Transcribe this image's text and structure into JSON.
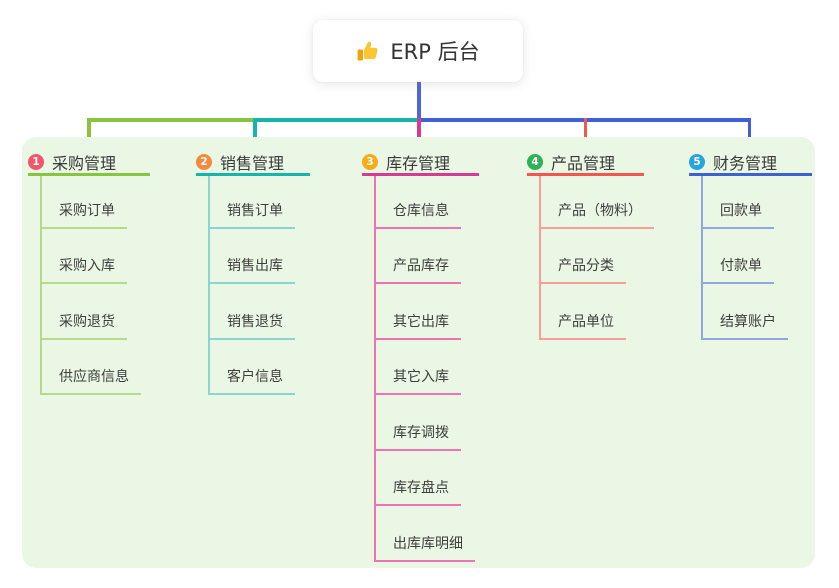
{
  "root": {
    "label": "ERP 后台",
    "icon": "thumbs-up-icon"
  },
  "canvas": {
    "panel_bg": "#eaf7e4",
    "root_connector_color": "#4f66d8"
  },
  "branches": [
    {
      "number": "1",
      "label": "采购管理",
      "badge_color": "#f1566d",
      "line_color": "#88c43f",
      "sub_line_color": "#b5da8c",
      "items": [
        "采购订单",
        "采购入库",
        "采购退货",
        "供应商信息"
      ]
    },
    {
      "number": "2",
      "label": "销售管理",
      "badge_color": "#f58a3e",
      "line_color": "#16b5ac",
      "sub_line_color": "#8ad5cf",
      "items": [
        "销售订单",
        "销售出库",
        "销售退货",
        "客户信息"
      ]
    },
    {
      "number": "3",
      "label": "库存管理",
      "badge_color": "#f8ab17",
      "line_color": "#d63a94",
      "sub_line_color": "#ec74b2",
      "items": [
        "仓库信息",
        "产品库存",
        "其它出库",
        "其它入库",
        "库存调拨",
        "库存盘点",
        "出库库明细"
      ]
    },
    {
      "number": "4",
      "label": "产品管理",
      "badge_color": "#30b158",
      "line_color": "#f4554d",
      "sub_line_color": "#f89d97",
      "items": [
        "产品（物料）",
        "产品分类",
        "产品单位"
      ]
    },
    {
      "number": "5",
      "label": "财务管理",
      "badge_color": "#29a5dd",
      "line_color": "#3e60d4",
      "sub_line_color": "#90a7e2",
      "items": [
        "回款单",
        "付款单",
        "结算账户"
      ]
    }
  ]
}
